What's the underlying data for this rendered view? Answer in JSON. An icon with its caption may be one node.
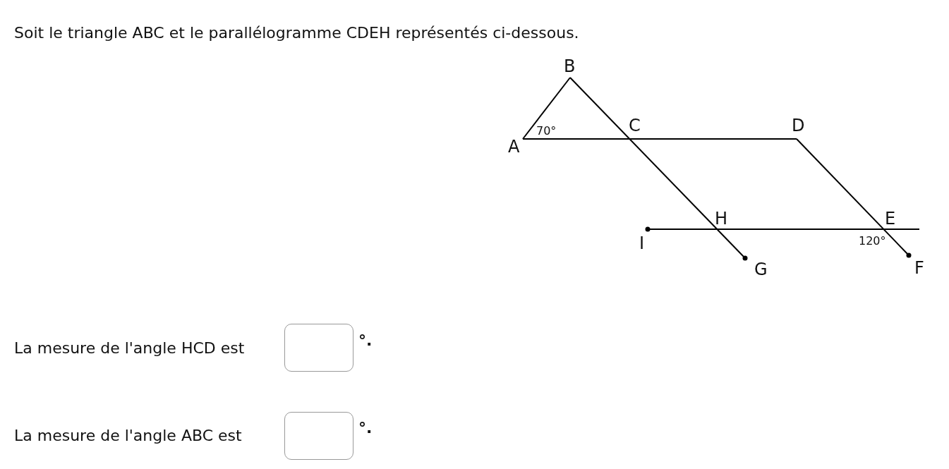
{
  "diagram": {
    "title": "Soit le triangle ABC et le parallélogramme CDEH représentés ci-dessous.",
    "labels": [
      "B",
      "70°",
      "C",
      "A",
      "D",
      "H",
      "E",
      "I",
      "120°",
      "G",
      "F",
      "La mesure de l'angle HCD est",
      "°.",
      "La mesure de l'angle ABC est",
      "°."
    ]
  }
}
